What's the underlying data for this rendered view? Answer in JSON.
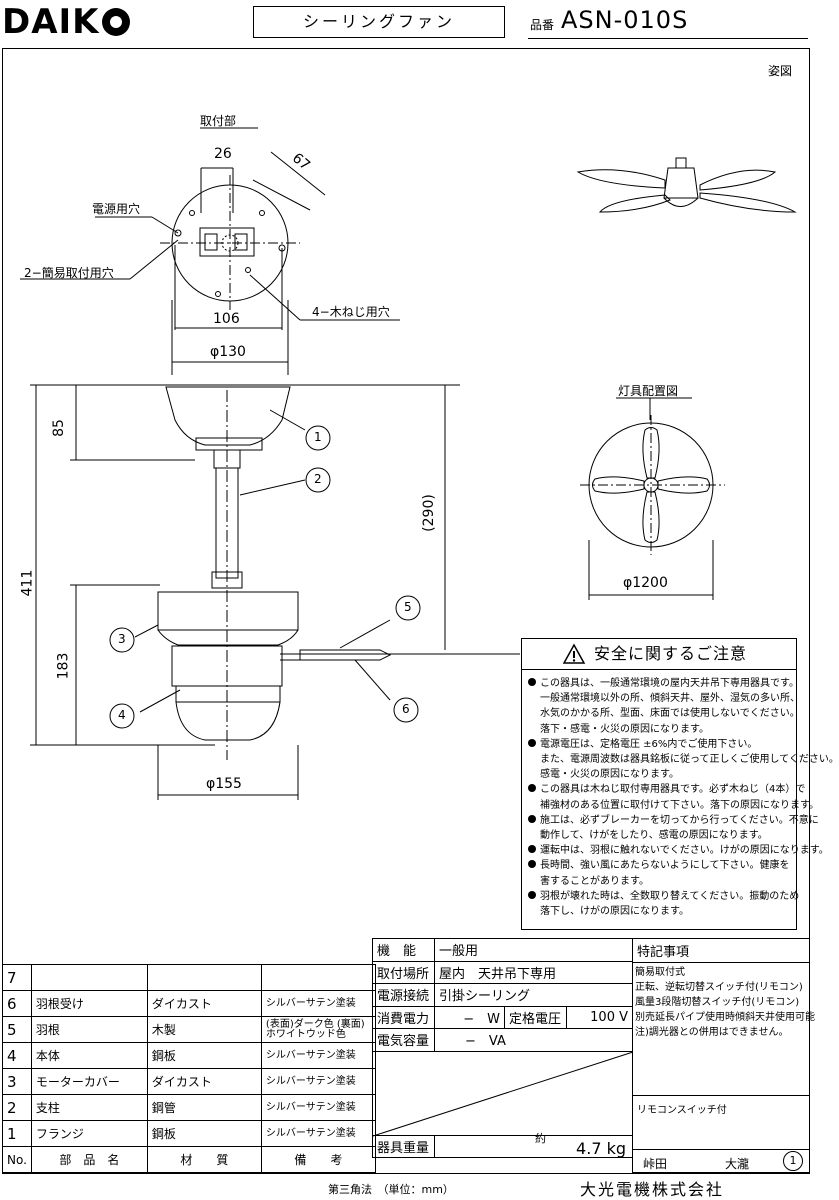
{
  "brand": "DAIKO",
  "header": {
    "title": "シーリングファン",
    "part_number_label": "品番",
    "part_number": "ASN-010S"
  },
  "view_label": "姿図",
  "mount": {
    "heading": "取付部",
    "power_hole": "電源用穴",
    "simple_hole": "2−簡易取付用穴",
    "screw_hole": "4−木ねじ用穴",
    "dims": {
      "w26": "26",
      "d67": "67",
      "w106": "106",
      "dia130": "φ130"
    }
  },
  "side": {
    "h85": "85",
    "h411": "411",
    "h183": "183",
    "h290": "(290)",
    "dia155": "φ155",
    "callouts": [
      "1",
      "2",
      "3",
      "4",
      "5",
      "6"
    ]
  },
  "layout_view": {
    "heading": "灯具配置図",
    "dia1200": "φ1200"
  },
  "safety": {
    "heading": "安全に関するご注意",
    "lines": [
      {
        "bullet": true,
        "text": "この器具は、一般通常環境の屋内天井吊下専用器具です。"
      },
      {
        "bullet": false,
        "text": "一般通常環境以外の所、傾斜天井、屋外、湿気の多い所、"
      },
      {
        "bullet": false,
        "text": "水気のかかる所、型面、床面では使用しないでください。"
      },
      {
        "bullet": false,
        "text": "落下・感電・火災の原因になります。"
      },
      {
        "bullet": true,
        "text": "電源電圧は、定格電圧 ±6%内でご使用下さい。"
      },
      {
        "bullet": false,
        "text": "また、電源周波数は器具銘板に従って正しくご使用してください。"
      },
      {
        "bullet": false,
        "text": "感電・火災の原因になります。"
      },
      {
        "bullet": true,
        "text": "この器具は木ねじ取付専用器具です。必ず木ねじ（4本）で"
      },
      {
        "bullet": false,
        "text": "補強材のある位置に取付けて下さい。落下の原因になります。"
      },
      {
        "bullet": true,
        "text": "施工は、必ずブレーカーを切ってから行ってください。不意に"
      },
      {
        "bullet": false,
        "text": "動作して、けがをしたり、感電の原因になります。"
      },
      {
        "bullet": true,
        "text": "運転中は、羽根に触れないでください。けがの原因になります。"
      },
      {
        "bullet": true,
        "text": "長時間、強い風にあたらないようにして下さい。健康を"
      },
      {
        "bullet": false,
        "text": "害することがあります。"
      },
      {
        "bullet": true,
        "text": "羽根が壊れた時は、全数取り替えてください。振動のため"
      },
      {
        "bullet": false,
        "text": "落下し、けがの原因になります。"
      }
    ]
  },
  "parts_table": {
    "rows": [
      {
        "no": "7",
        "name": "",
        "material": "",
        "finish": ""
      },
      {
        "no": "6",
        "name": "羽根受け",
        "material": "ダイカスト",
        "finish": "シルバーサテン塗装"
      },
      {
        "no": "5",
        "name": "羽根",
        "material": "木製",
        "finish": "(表面)ダーク色 (裏面)ホワイトウッド色"
      },
      {
        "no": "4",
        "name": "本体",
        "material": "鋼板",
        "finish": "シルバーサテン塗装"
      },
      {
        "no": "3",
        "name": "モーターカバー",
        "material": "ダイカスト",
        "finish": "シルバーサテン塗装"
      },
      {
        "no": "2",
        "name": "支柱",
        "material": "鋼管",
        "finish": "シルバーサテン塗装"
      },
      {
        "no": "1",
        "name": "フランジ",
        "material": "鋼板",
        "finish": "シルバーサテン塗装"
      }
    ],
    "header": {
      "no": "No.",
      "name": "部　品　名",
      "material": "材　　質",
      "finish": "備　　考"
    }
  },
  "spec": {
    "function_label": "機　能",
    "function": "一般用",
    "location_label": "取付場所",
    "location": "屋内　天井吊下専用",
    "connection_label": "電源接続",
    "connection": "引掛シーリング",
    "power_label": "消費電力",
    "power": "−　W",
    "rated_voltage_label": "定格電圧",
    "rated_voltage": "100 V",
    "capacity_label": "電気容量",
    "capacity": "−　VA",
    "weight_label": "器具重量",
    "weight_approx": "約",
    "weight": "4.7 kg",
    "drawn_by": "峠田",
    "checked_by": "大瀧",
    "sheet": "1"
  },
  "notes": {
    "heading": "特記事項",
    "lines": [
      "簡易取付式",
      "正転、逆転切替スイッチ付(リモコン)",
      "風量3段階切替スイッチ付(リモコン)",
      "別売延長パイプ使用時傾斜天井使用可能",
      "注)調光器との併用はできません。"
    ],
    "remote": "リモコンスイッチ付"
  },
  "footer": {
    "projection": "第三角法　（単位：mm）",
    "maker": "大光電機株式会社"
  }
}
